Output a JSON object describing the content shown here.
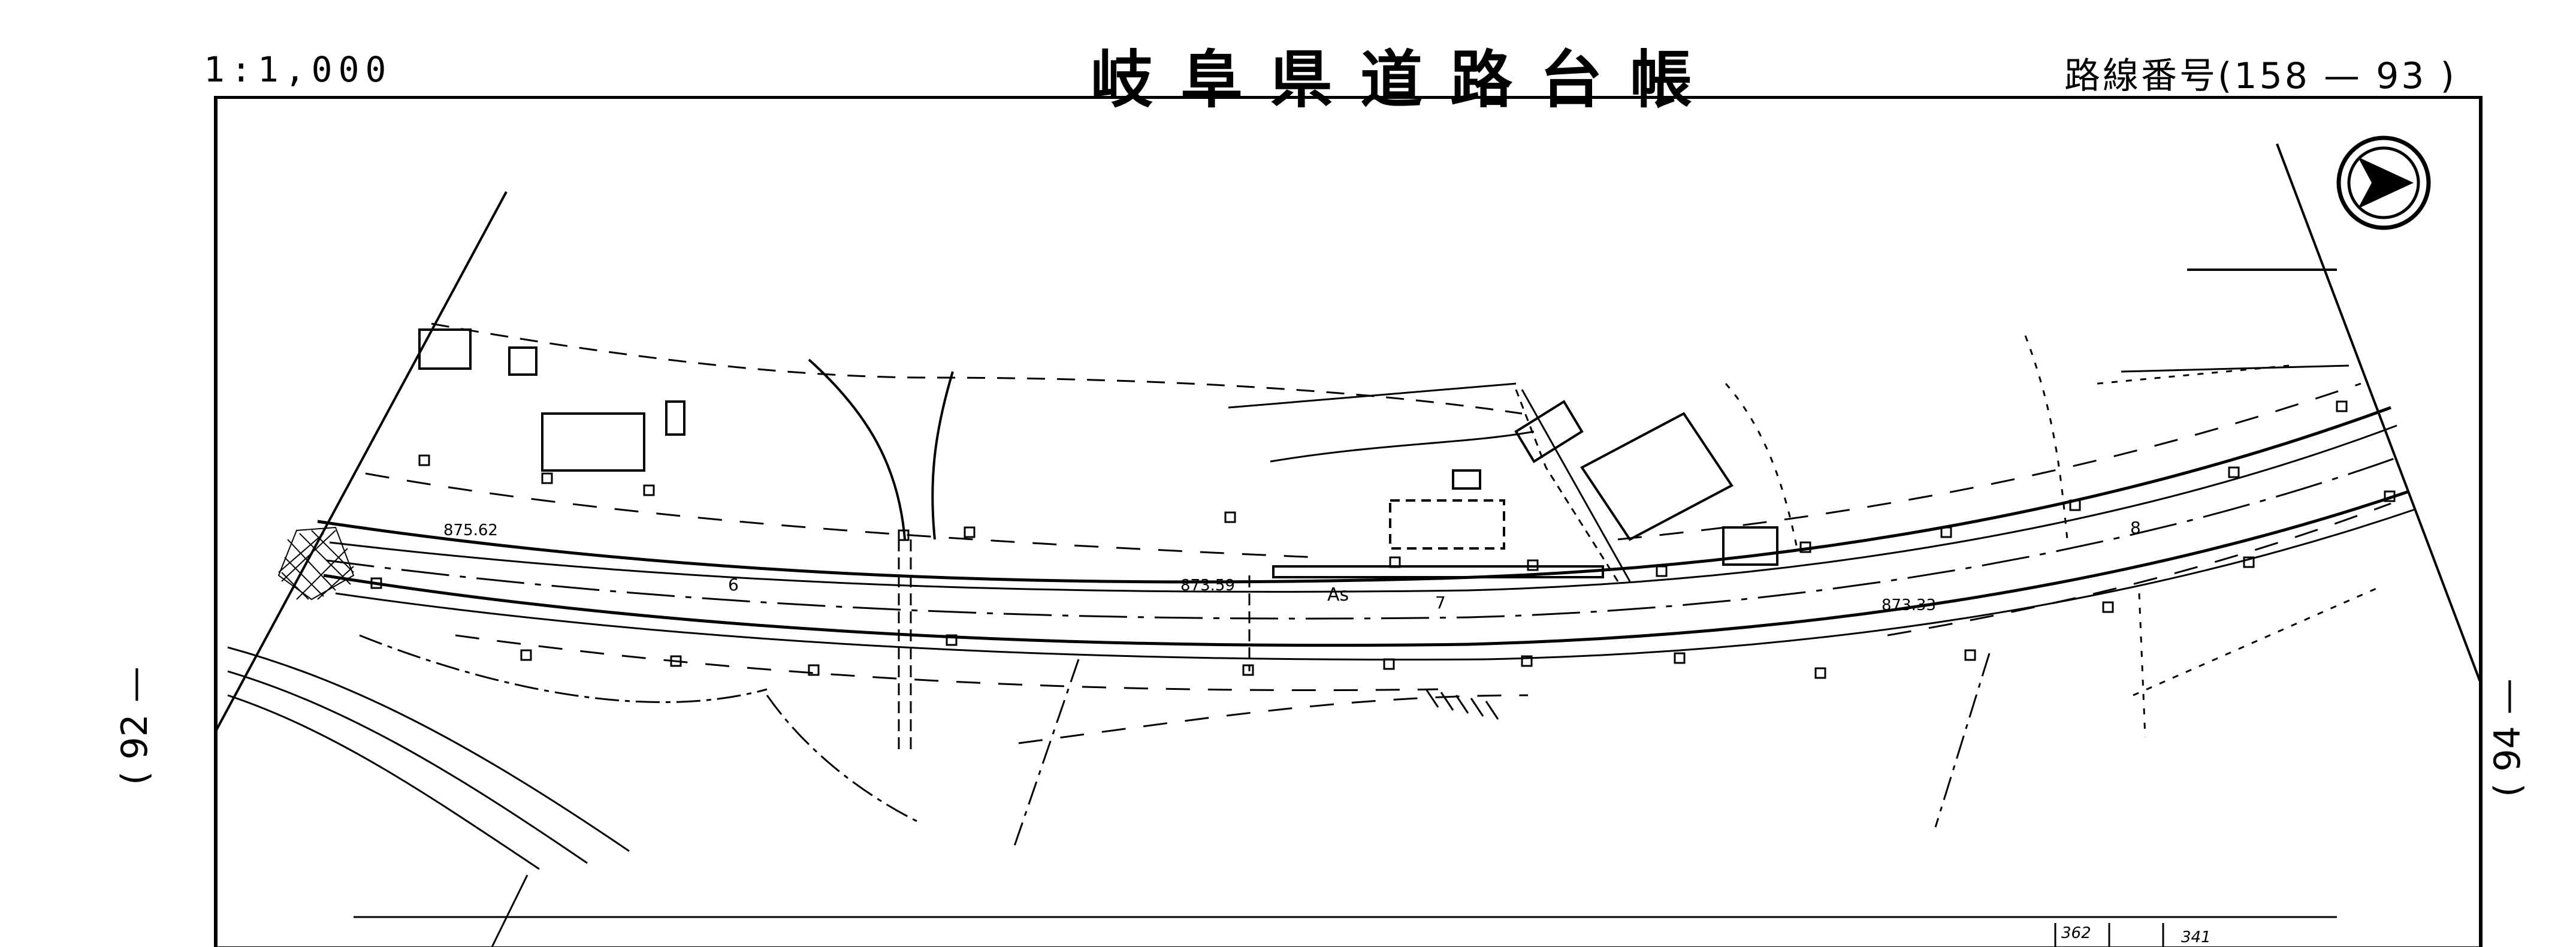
{
  "header": {
    "scale": "1:1,000",
    "title": "岐阜県道路台帳",
    "route_number": "路線番号(158 — 93 )"
  },
  "adjacent_sheets": {
    "previous": "( 92 —",
    "next": "( 94 —"
  },
  "map": {
    "elevations": [
      "875.62",
      "873.59",
      "873.33"
    ],
    "station_labels": [
      "6",
      "7",
      "8"
    ],
    "surface_label": "As",
    "parcel_numbers": [
      "362",
      "341"
    ],
    "colors": {
      "line": "#000000",
      "background": "#ffffff"
    }
  }
}
